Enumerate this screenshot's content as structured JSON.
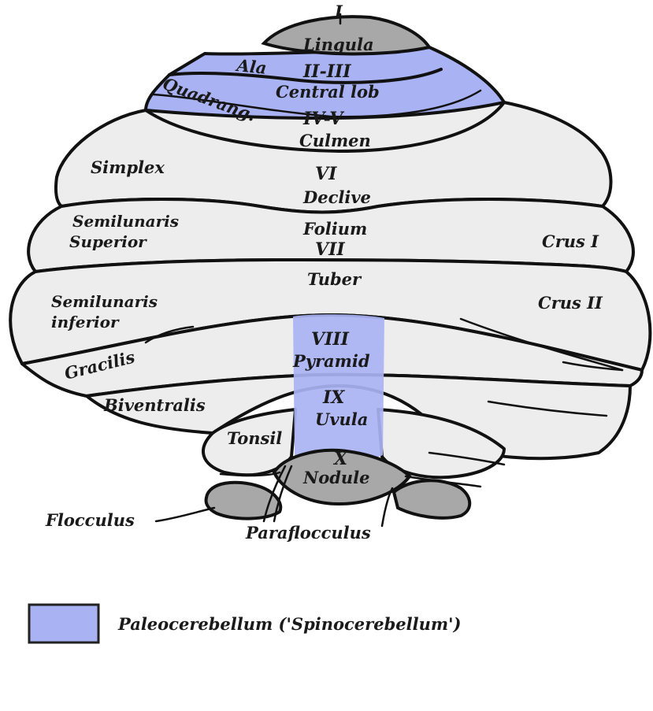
{
  "colors": {
    "paleocerebellum": "#a9b3f3",
    "grey_region": "#a8a8a8",
    "lobe_fill": "#ededed",
    "outline": "#111111",
    "background": "#ffffff"
  },
  "labels": {
    "lobule_i": "I",
    "lingula": "Lingula",
    "ala": "Ala",
    "lobule_ii_iii": "II-III",
    "central_lobule": "Central lob",
    "quadrang": "Quadrang.",
    "lobule_iv_v": "IV-V",
    "culmen": "Culmen",
    "simplex": "Simplex",
    "lobule_vi": "VI",
    "declive": "Declive",
    "semilunaris_superior_1": "Semilunaris",
    "semilunaris_superior_2": "Superior",
    "folium": "Folium",
    "lobule_vii": "VII",
    "crus_i": "Crus I",
    "tuber": "Tuber",
    "semilunaris_inferior_1": "Semilunaris",
    "semilunaris_inferior_2": "inferior",
    "crus_ii": "Crus II",
    "gracilis": "Gracilis",
    "lobule_viii": "VIII",
    "pyramid": "Pyramid",
    "biventralis": "Biventralis",
    "lobule_ix": "IX",
    "uvula": "Uvula",
    "tonsil": "Tonsil",
    "lobule_x": "X",
    "nodule": "Nodule",
    "flocculus": "Flocculus",
    "paraflocculus": "Paraflocculus"
  },
  "legend": {
    "text": "Paleocerebellum ('Spinocerebellum')"
  }
}
